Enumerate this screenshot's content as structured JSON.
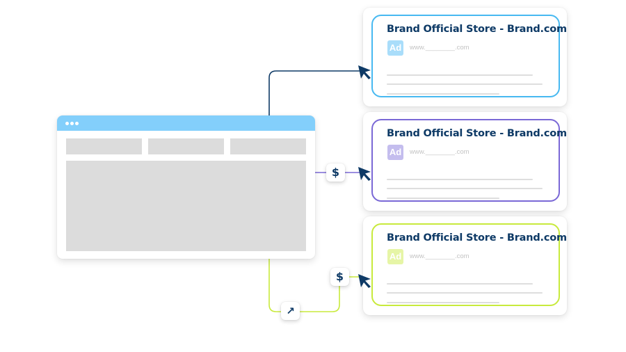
{
  "ads": [
    {
      "title": "Brand Official Store - Brand.com",
      "badge": "Ad",
      "url": "www.________.com",
      "accent": "#47b9f1"
    },
    {
      "title": "Brand Official Store - Brand.com",
      "badge": "Ad",
      "url": "www.________.com",
      "accent": "#7a68d6"
    },
    {
      "title": "Brand Official Store - Brand.com",
      "badge": "Ad",
      "url": "www.________.com",
      "accent": "#c8ea3c"
    }
  ],
  "icons": {
    "dollar_1": "$",
    "dollar_2": "$",
    "arrow_up_right": "↗"
  },
  "colors": {
    "browser_bar": "#83cffb",
    "connector_dark": "#0e3a66",
    "connector_purple": "#7a68d6",
    "connector_green": "#c8ea3c"
  }
}
